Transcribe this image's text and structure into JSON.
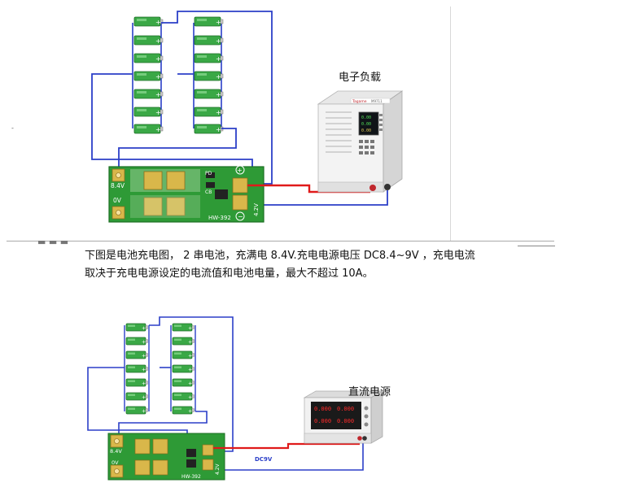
{
  "labels": {
    "electronic_load": "电子负载",
    "dc_power_supply": "直流电源",
    "dc9v": "DC9V"
  },
  "description": {
    "line1": "下图是电池充电图，  2 串电池，充满电 8.4V.充电电源电压 DC8.4~9V ，充电电流",
    "line2": "取决于充电电源设定的电流值和电池电量，最大不超过 10A。"
  },
  "board": {
    "v_high": "8.4V",
    "v_low": "0V",
    "model": "HW-392",
    "side": "4.2V",
    "pin_pd": "PD",
    "pin_cb": "CB"
  },
  "load_display": {
    "brand": "Tagame",
    "model_text": "M9711",
    "r1": "0.00",
    "r2": "0.00",
    "r3": "0.00"
  },
  "psu_display": {
    "top_left": "0.000",
    "top_right": "0.000",
    "bottom_left": "0.000",
    "bottom_right": "0.000"
  },
  "colors": {
    "wire_blue": "#2b3fc8",
    "wire_red": "#e01a1a",
    "battery_green": "#39a845",
    "pcb_green": "#2e9a36",
    "pad_gold": "#d9b74a"
  }
}
